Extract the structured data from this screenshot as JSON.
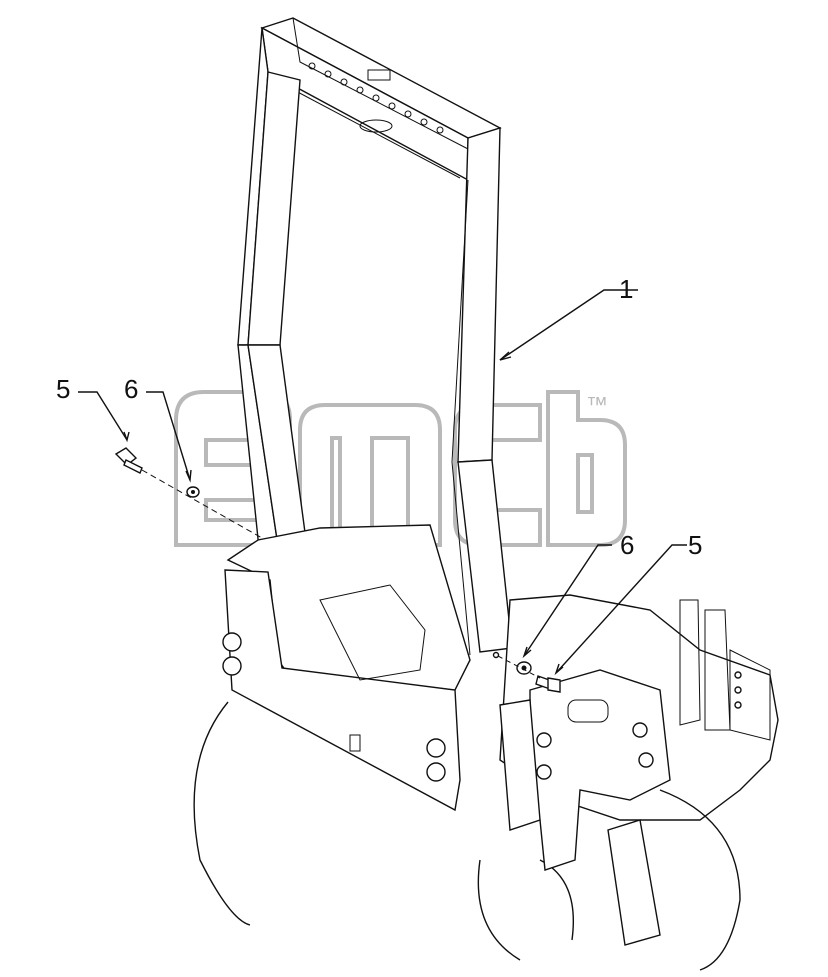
{
  "diagram": {
    "callouts": [
      {
        "id": "c1",
        "label": "1"
      },
      {
        "id": "c5a",
        "label": "5"
      },
      {
        "id": "c6a",
        "label": "6"
      },
      {
        "id": "c6b",
        "label": "6"
      },
      {
        "id": "c5b",
        "label": "5"
      }
    ],
    "watermark": {
      "trademark": "™"
    }
  }
}
